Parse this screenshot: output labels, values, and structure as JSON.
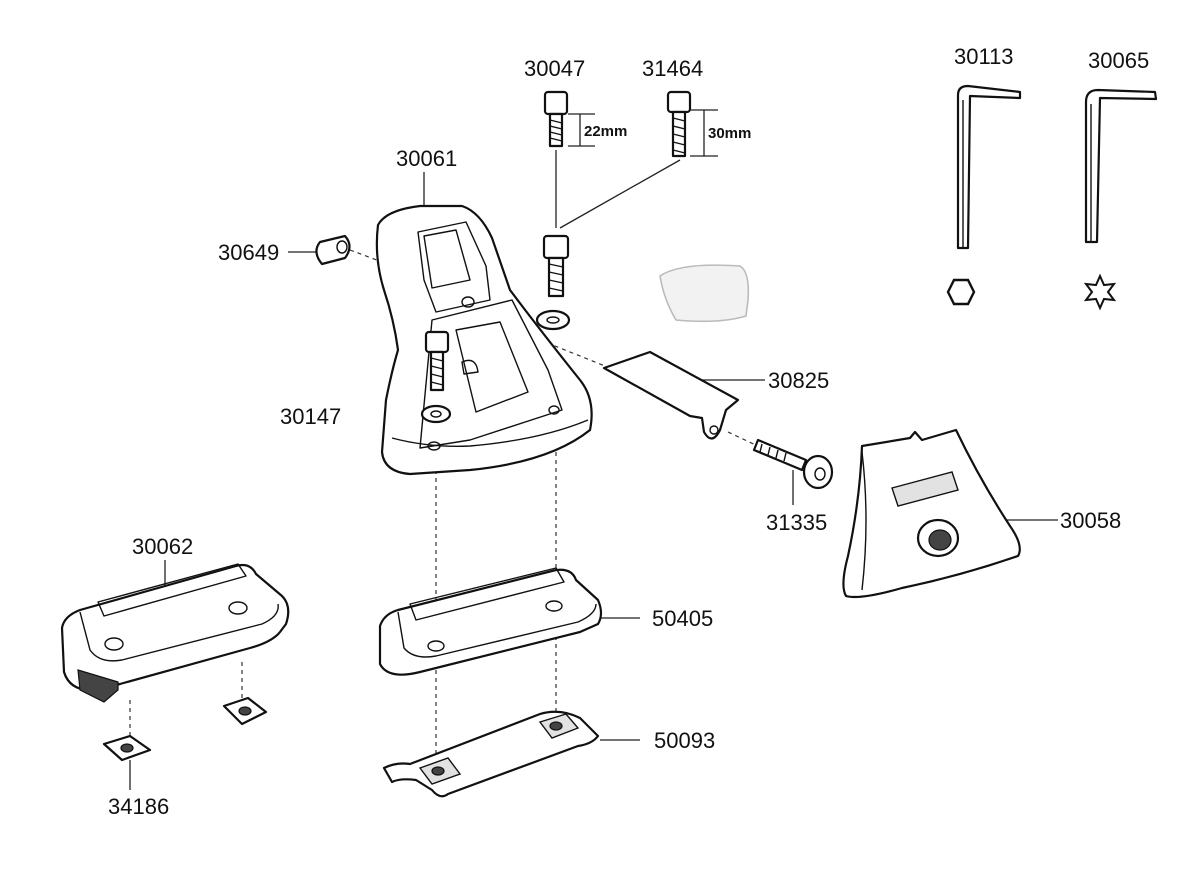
{
  "parts": {
    "p30047": "30047",
    "p31464": "31464",
    "p30113": "30113",
    "p30065": "30065",
    "p30061": "30061",
    "p30649": "30649",
    "p30825": "30825",
    "p30147": "30147",
    "p31335": "31335",
    "p30058": "30058",
    "p30062": "30062",
    "p50405": "50405",
    "p50093": "50093",
    "p34186": "34186"
  },
  "dimensions": {
    "d22": "22mm",
    "d30": "30mm"
  },
  "icons": {
    "hex_key": "hexagon-icon",
    "torx_key": "star-torx-icon"
  }
}
